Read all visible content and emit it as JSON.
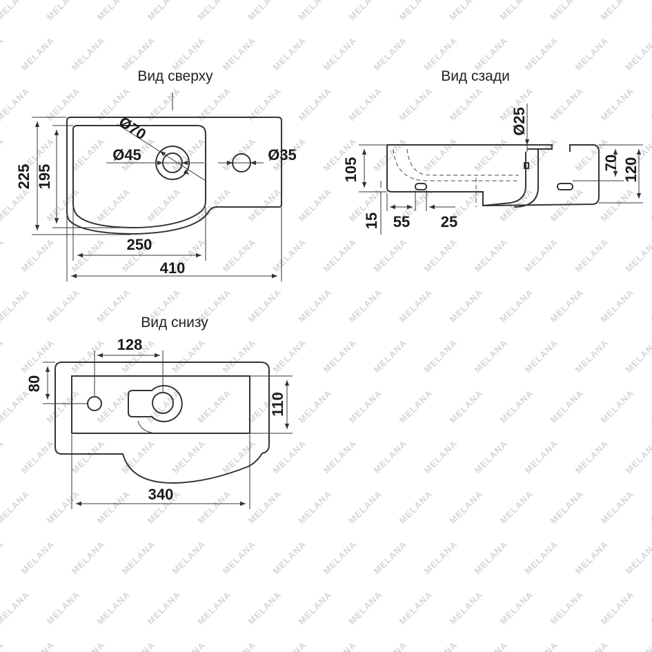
{
  "brand": {
    "watermark": "MELANA",
    "watermark_color": "#d6d6d6",
    "line_color": "#333333"
  },
  "views": {
    "top": {
      "title": "Вид сверху",
      "dims": {
        "depth_total": "225",
        "depth_bowl": "195",
        "width_bowl": "250",
        "width_total": "410",
        "dia_outer": "Ø70",
        "dia_drain": "Ø45",
        "dia_tap": "Ø35"
      }
    },
    "back": {
      "title": "Вид сзади",
      "dims": {
        "height": "105",
        "dia_pipe": "Ø25",
        "hole_height": "70",
        "height_total": "120",
        "offset_small": "15",
        "offset_a": "55",
        "offset_b": "25"
      }
    },
    "bottom": {
      "title": "Вид снизу",
      "dims": {
        "width_128": "128",
        "depth_80": "80",
        "depth_110": "110",
        "width_340": "340"
      }
    }
  }
}
